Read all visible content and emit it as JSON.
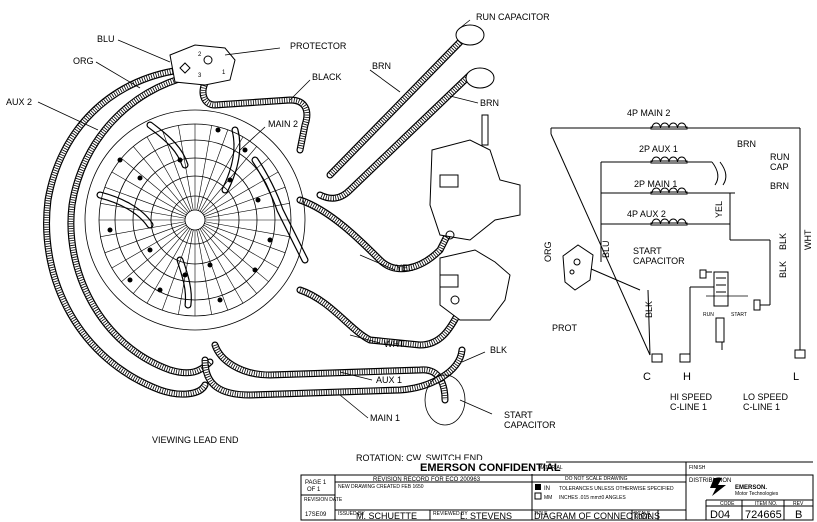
{
  "wire_labels": {
    "blu": "BLU",
    "org": "ORG",
    "aux2": "AUX 2",
    "protector": "PROTECTOR",
    "black": "BLACK",
    "brn_top": "BRN",
    "brn_mid": "BRN",
    "run_capacitor": "RUN CAPACITOR",
    "main2": "MAIN 2",
    "yel": "YEL",
    "wht": "WHT",
    "blk": "BLK",
    "aux1": "AUX 1",
    "main1": "MAIN 1",
    "start_capacitor_l1": "START",
    "start_capacitor_l2": "CAPACITOR",
    "protector_term_2": "2",
    "protector_term_3": "3",
    "protector_term_1": "1"
  },
  "captions": {
    "viewing": "VIEWING LEAD END",
    "rotation": "ROTATION: CW. SWITCH END"
  },
  "schematic": {
    "main2": "4P MAIN 2",
    "aux1": "2P AUX 1",
    "main1": "2P MAIN 1",
    "aux2": "4P AUX 2",
    "brn1": "BRN",
    "run_cap_l1": "RUN",
    "run_cap_l2": "CAP",
    "brn2": "BRN",
    "yel": "YEL",
    "org": "ORG",
    "blu": "BLU",
    "blk_right": "BLK",
    "wht": "WHT",
    "start_cap_l1": "START",
    "start_cap_l2": "CAPACITOR",
    "blk_right2": "BLK",
    "prot": "PROT",
    "blk_left": "BLK",
    "run": "RUN",
    "start": "START",
    "term_c": "C",
    "term_h": "H",
    "term_l": "L",
    "hi_l1": "HI SPEED",
    "hi_l2": "C-LINE 1",
    "lo_l1": "LO SPEED",
    "lo_l2": "C-LINE 1"
  },
  "title_block": {
    "confidential": "EMERSON CONFIDENTIAL",
    "material": "MATERIAL",
    "finish": "FINISH",
    "page": "PAGE 1",
    "of": "OF 1",
    "revision_record": "REVISION RECORD FOR ECO 200963",
    "drawing_created": "NEW DRAWING CREATED  FEB 1650",
    "revision_date_label": "REVISION DATE",
    "revision_date": "17SE09",
    "issued_by_label": "ISSUED BY",
    "issued_by": "M. SCHUETTE",
    "reviewed_by_label": "REVIEWED BY",
    "reviewed_by": "L. STEVENS",
    "do_not_scale": "DO NOT SCALE DRAWING",
    "unit_in": "IN",
    "unit_mm": "MM",
    "tolerances": "TOLERANCES UNLESS OTHERWISE SPECIFIED",
    "tol_values": "INCHES .015  mm±0    ANGLES",
    "title_label": "TITLE",
    "title": "DIAGRAM OF CONNECTIONS",
    "scale_label": "SCALE",
    "scale": "NONE",
    "distribution": "DISTRIBUTION",
    "logo_brand": "EMERSON.",
    "logo_sub": "Motor Technologies",
    "code_label": "CODE",
    "code": "D04",
    "item_label": "ITEM NO.",
    "item": "724665",
    "rev_label": "REV",
    "rev": "B"
  }
}
